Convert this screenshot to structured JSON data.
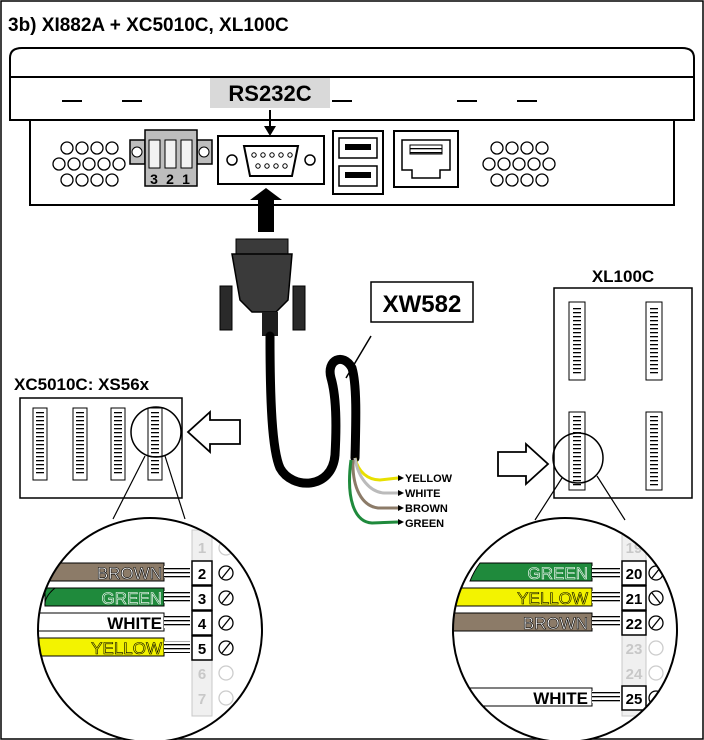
{
  "title": "3b) XI882A + XC5010C, XL100C",
  "device": {
    "port_label": "RS232C",
    "terminal_numbers": [
      "3",
      "2",
      "1"
    ]
  },
  "cable": {
    "label": "XW582",
    "wires": [
      "YELLOW",
      "WHITE",
      "BROWN",
      "GREEN"
    ]
  },
  "left_module": {
    "title": "XC5010C: XS56x",
    "terminals": [
      {
        "number": "1",
        "wire": ""
      },
      {
        "number": "2",
        "wire": "BROWN"
      },
      {
        "number": "3",
        "wire": "GREEN"
      },
      {
        "number": "4",
        "wire": "WHITE"
      },
      {
        "number": "5",
        "wire": "YELLOW"
      },
      {
        "number": "6",
        "wire": ""
      },
      {
        "number": "7",
        "wire": ""
      }
    ]
  },
  "right_module": {
    "title": "XL100C",
    "terminals": [
      {
        "number": "19",
        "wire": ""
      },
      {
        "number": "20",
        "wire": "GREEN"
      },
      {
        "number": "21",
        "wire": "YELLOW"
      },
      {
        "number": "22",
        "wire": "BROWN"
      },
      {
        "number": "23",
        "wire": ""
      },
      {
        "number": "24",
        "wire": ""
      },
      {
        "number": "25",
        "wire": "WHITE"
      }
    ]
  },
  "colors": {
    "brown": "#8c7b68",
    "green": "#1f8a3c",
    "white": "#ffffff",
    "yellow": "#f3f300",
    "grey_fill": "#e6e6e6",
    "label_bg": "#d9d9d9"
  }
}
